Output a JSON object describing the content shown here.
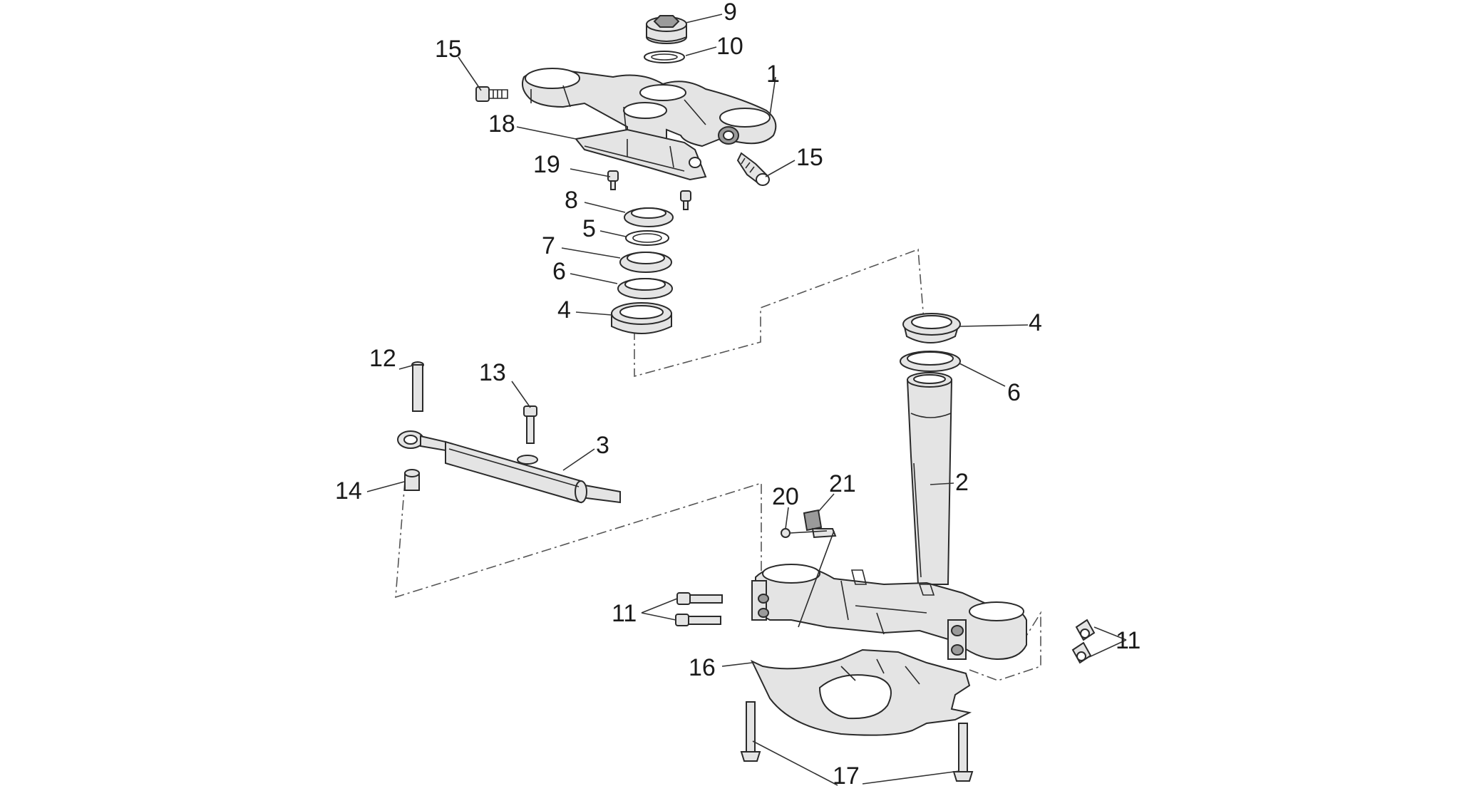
{
  "diagram": {
    "callouts": {
      "c1": "1",
      "c2": "2",
      "c3": "3",
      "c4_top": "4",
      "c4_right": "4",
      "c5": "5",
      "c6_top": "6",
      "c6_right": "6",
      "c7": "7",
      "c8": "8",
      "c9": "9",
      "c10": "10",
      "c11_left": "11",
      "c11_right": "11",
      "c12": "12",
      "c13": "13",
      "c14": "14",
      "c15_left": "15",
      "c15_right": "15",
      "c16": "16",
      "c17": "17",
      "c18": "18",
      "c19": "19",
      "c20": "20",
      "c21": "21"
    }
  }
}
